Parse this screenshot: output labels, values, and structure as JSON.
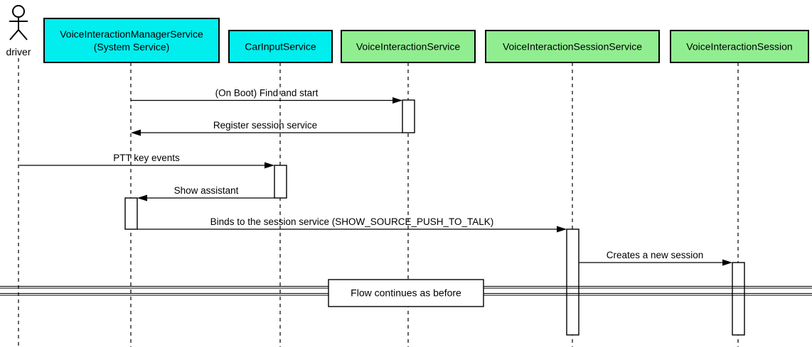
{
  "diagram": {
    "type": "uml-sequence",
    "colors": {
      "participant_cyan": "#00EEEE",
      "participant_green": "#90EE90",
      "line": "#000000",
      "background": "#FFFFFF"
    },
    "actor": {
      "label": "driver"
    },
    "participants": [
      {
        "label": "VoiceInteractionManagerService",
        "sublabel": "(System Service)",
        "fill": "#00EEEE"
      },
      {
        "label": "CarInputService",
        "fill": "#00EEEE"
      },
      {
        "label": "VoiceInteractionService",
        "fill": "#90EE90"
      },
      {
        "label": "VoiceInteractionSessionService",
        "fill": "#90EE90"
      },
      {
        "label": "VoiceInteractionSession",
        "fill": "#90EE90"
      }
    ],
    "messages": [
      {
        "label": "(On Boot) Find and start",
        "from": "VoiceInteractionManagerService (System Service)",
        "to": "VoiceInteractionService"
      },
      {
        "label": "Register session service",
        "from": "VoiceInteractionService",
        "to": "VoiceInteractionManagerService (System Service)"
      },
      {
        "label": "PTT key events",
        "from": "driver",
        "to": "CarInputService"
      },
      {
        "label": "Show assistant",
        "from": "CarInputService",
        "to": "VoiceInteractionManagerService (System Service)"
      },
      {
        "label": "Binds to the session service (SHOW_SOURCE_PUSH_TO_TALK)",
        "from": "VoiceInteractionManagerService (System Service)",
        "to": "VoiceInteractionSessionService"
      },
      {
        "label": "Creates a new session",
        "from": "VoiceInteractionSessionService",
        "to": "VoiceInteractionSession"
      }
    ],
    "divider": {
      "label": "Flow continues as before"
    }
  }
}
